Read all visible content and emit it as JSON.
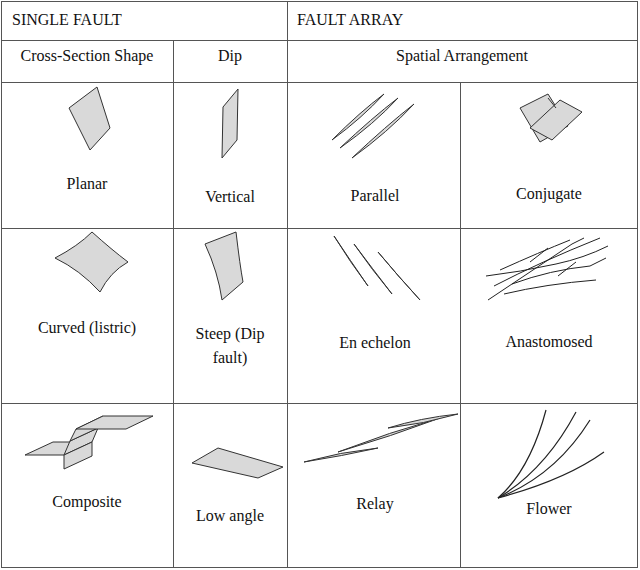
{
  "diagram": {
    "labels": [
      "SINGLE FAULT",
      "FAULT ARRAY",
      "Cross-Section Shape",
      "Dip",
      "Spatial Arrangement",
      "Planar",
      "Vertical",
      "Parallel",
      "Conjugate",
      "Curved (listric)",
      "Steep (Dip fault)",
      "En echelon",
      "Anastomosed",
      "Composite",
      "Low angle",
      "Relay",
      "Flower"
    ]
  }
}
